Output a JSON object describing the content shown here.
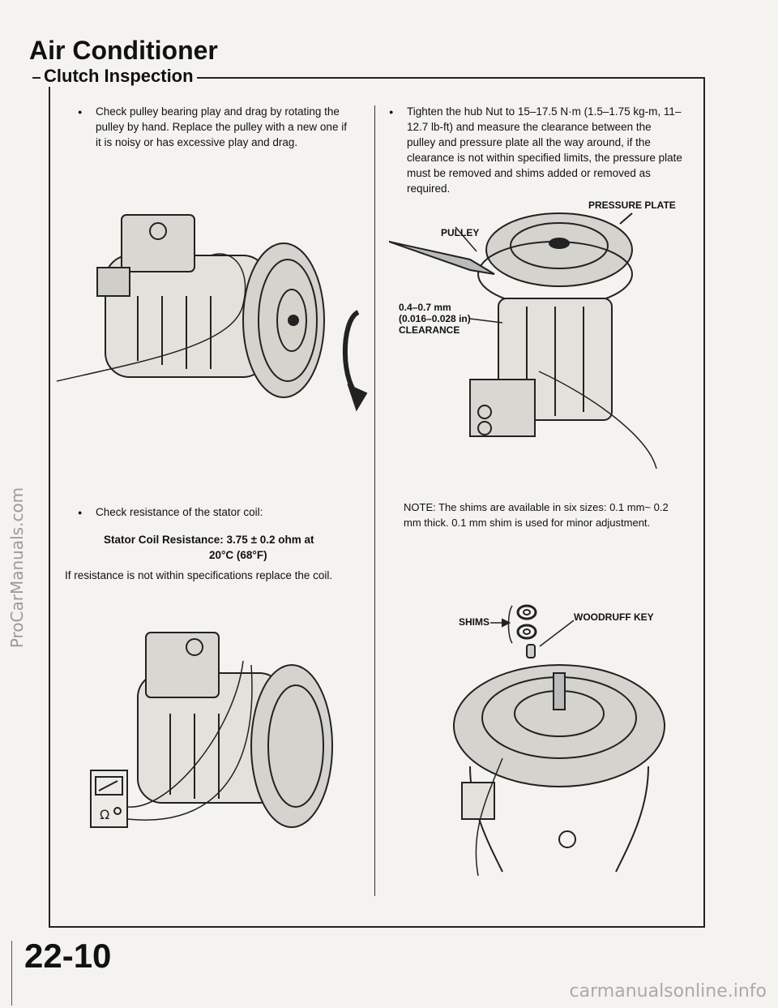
{
  "header": {
    "title": "Air Conditioner",
    "section": "Clutch Inspection"
  },
  "left": {
    "bullet1": "Check pulley bearing play and drag by rotating the pulley by hand. Replace the pulley with a new one if it is noisy or has excessive play and drag.",
    "bullet2": "Check resistance of the stator coil:",
    "spec_line1": "Stator Coil Resistance: 3.75 ± 0.2 ohm at",
    "spec_line2": "20°C (68°F)",
    "note": "If resistance is not within specifications replace the coil."
  },
  "right": {
    "bullet1": "Tighten the hub Nut to 15–17.5 N·m (1.5–1.75 kg-m, 11–12.7 lb-ft) and measure the clearance between the pulley and pressure plate all the way around, if the clearance is not within specified limits, the pressure plate must be removed and shims added or removed as required.",
    "label_pressure_plate": "PRESSURE PLATE",
    "label_pulley": "PULLEY",
    "label_clearance_1": "0.4–0.7 mm",
    "label_clearance_2": "(0.016–0.028 in)",
    "label_clearance_3": "CLEARANCE",
    "note": "NOTE: The shims are available in six sizes: 0.1 mm~ 0.2 mm thick. 0.1 mm shim is used for minor adjustment.",
    "label_shims": "SHIMS",
    "label_woodruff": "WOODRUFF KEY"
  },
  "footer": {
    "page_number": "22-10"
  },
  "watermarks": {
    "side": "ProCarManuals.com",
    "bottom": "carmanualsonline.info"
  }
}
